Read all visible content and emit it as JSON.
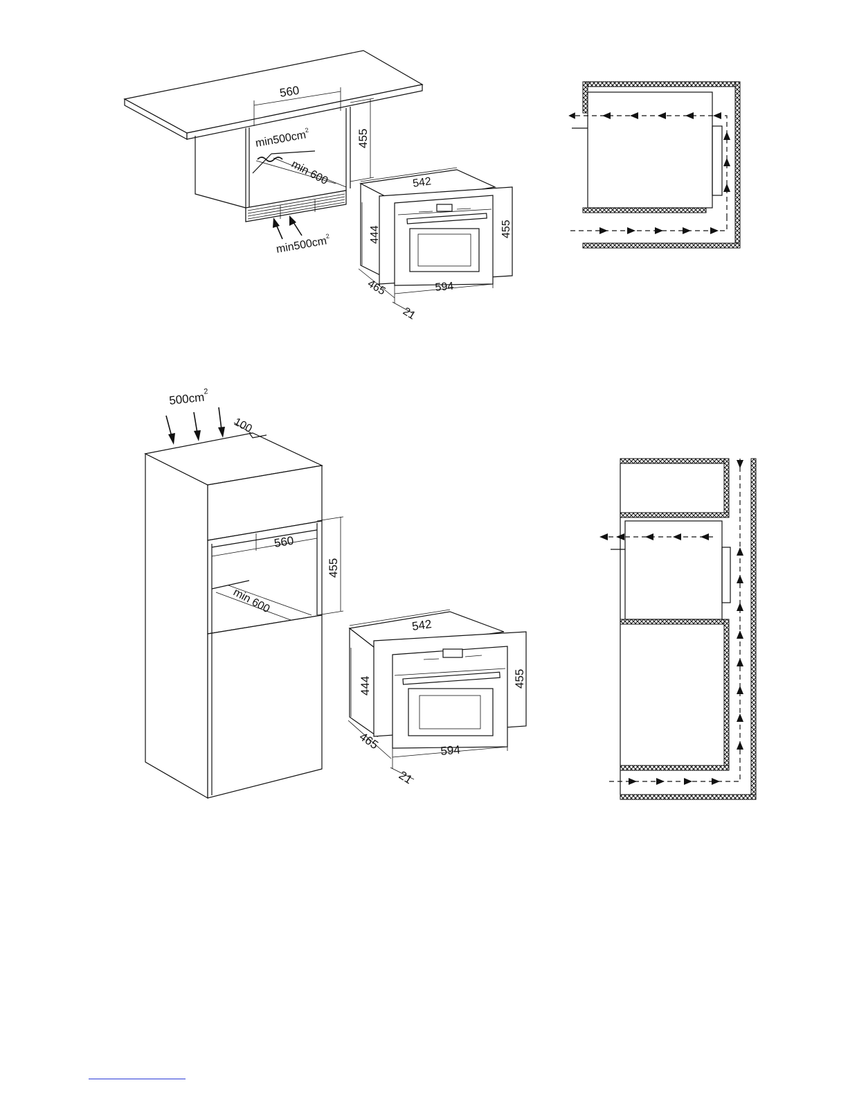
{
  "diagram_top": {
    "cabinet": {
      "width_label": "560",
      "height_label": "455",
      "depth_label": "min 600",
      "vent_top_label": "min500cm",
      "vent_top_sup": "2",
      "vent_bottom_label": "min500cm",
      "vent_bottom_sup": "2"
    },
    "oven": {
      "top_depth_label": "542",
      "left_height_label": "444",
      "right_height_label": "455",
      "side_depth_label": "465",
      "front_width_label": "594",
      "front_thickness_label": "21"
    }
  },
  "diagram_bottom": {
    "cabinet": {
      "vent_label": "500cm",
      "vent_sup": "2",
      "gap_label": "100",
      "width_label": "560",
      "height_label": "455",
      "depth_label": "min 600"
    },
    "oven": {
      "top_depth_label": "542",
      "left_height_label": "444",
      "right_height_label": "455",
      "side_depth_label": "465",
      "front_width_label": "594",
      "front_thickness_label": "21"
    }
  },
  "colors": {
    "line": "#111111",
    "hatch": "#111111",
    "footer_rule": "#2a3bd6"
  }
}
